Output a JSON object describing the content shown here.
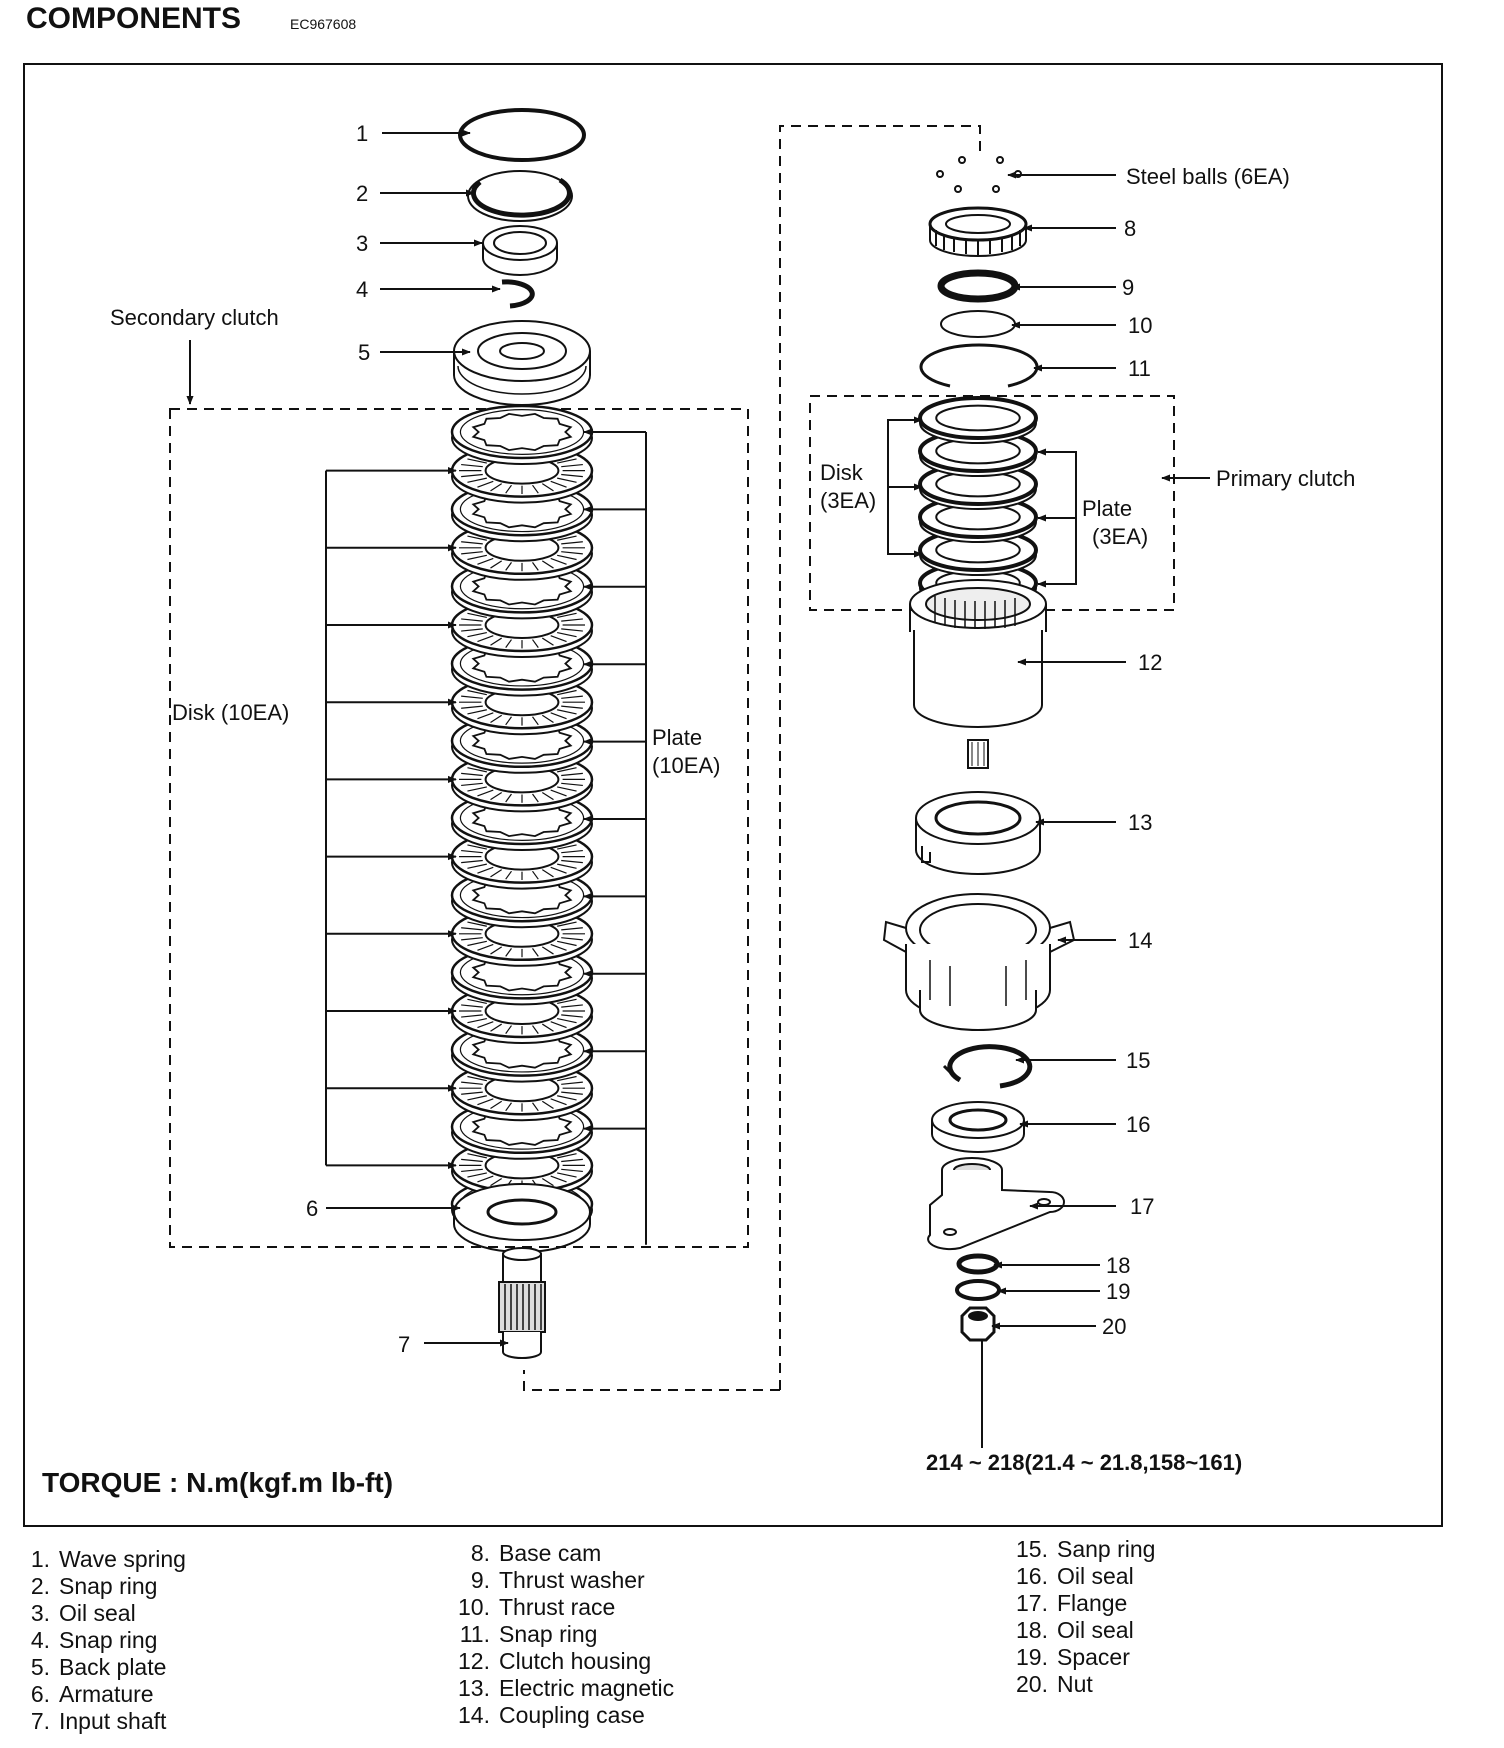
{
  "header": {
    "title": "COMPONENTS",
    "code": "EC967608"
  },
  "callouts": [
    "1",
    "2",
    "3",
    "4",
    "5",
    "6",
    "7",
    "8",
    "9",
    "10",
    "11",
    "12",
    "13",
    "14",
    "15",
    "16",
    "17",
    "18",
    "19",
    "20"
  ],
  "labels": {
    "secondary_clutch": "Secondary clutch",
    "primary_clutch": "Primary clutch",
    "steel_balls": "Steel balls (6EA)",
    "disk_10": "Disk (10EA)",
    "plate_10_line1": "Plate",
    "plate_10_line2": "(10EA)",
    "disk_3_line1": "Disk",
    "disk_3_line2": "(3EA)",
    "plate_3_line1": "Plate",
    "plate_3_line2": "(3EA)"
  },
  "torque": {
    "title": "TORQUE : N.m(kgf.m lb-ft)",
    "value": "214 ~ 218(21.4 ~ 21.8,158~161)"
  },
  "legend": [
    {
      "num": "1.",
      "name": "Wave spring"
    },
    {
      "num": "2.",
      "name": "Snap ring"
    },
    {
      "num": "3.",
      "name": "Oil seal"
    },
    {
      "num": "4.",
      "name": "Snap ring"
    },
    {
      "num": "5.",
      "name": "Back plate"
    },
    {
      "num": "6.",
      "name": "Armature"
    },
    {
      "num": "7.",
      "name": "Input shaft"
    },
    {
      "num": "8.",
      "name": "Base cam"
    },
    {
      "num": "9.",
      "name": "Thrust washer"
    },
    {
      "num": "10.",
      "name": "Thrust race"
    },
    {
      "num": "11.",
      "name": "Snap ring"
    },
    {
      "num": "12.",
      "name": "Clutch housing"
    },
    {
      "num": "13.",
      "name": "Electric magnetic"
    },
    {
      "num": "14.",
      "name": "Coupling case"
    },
    {
      "num": "15.",
      "name": "Sanp ring"
    },
    {
      "num": "16.",
      "name": "Oil seal"
    },
    {
      "num": "17.",
      "name": "Flange"
    },
    {
      "num": "18.",
      "name": "Oil seal"
    },
    {
      "num": "19.",
      "name": "Spacer"
    },
    {
      "num": "20.",
      "name": "Nut"
    }
  ]
}
